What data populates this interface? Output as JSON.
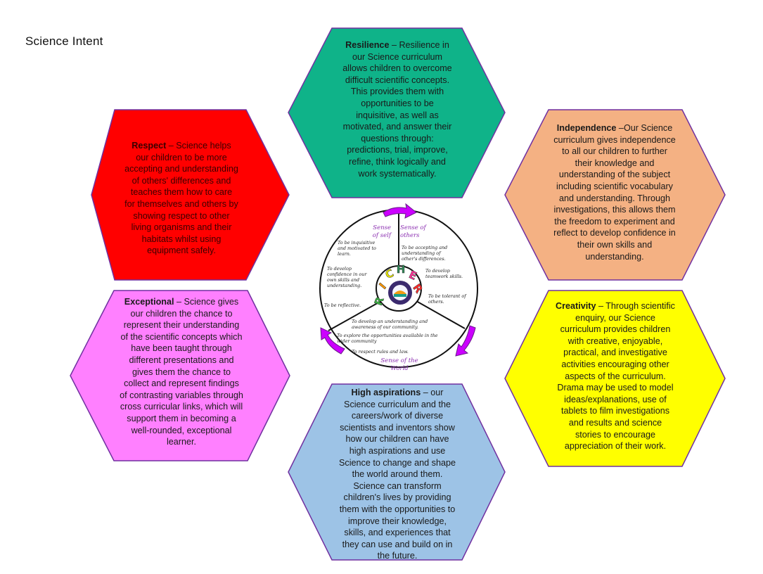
{
  "page": {
    "title": "Science Intent"
  },
  "hexagons": [
    {
      "id": "resilience",
      "color": "#0fb389",
      "heading": "Resilience",
      "body": " – Resilience in our  Science curriculum  allows children to overcome difficult scientific concepts. This provides them with opportunities to be inquisitive, as well as motivated, and answer their questions through: predictions, trial, improve, refine, think logically and work systematically."
    },
    {
      "id": "respect",
      "color": "#ff0000",
      "heading": "Respect",
      "body": " – Science helps our children to be more accepting and understanding of others' differences and teaches them how to care for themselves and others by showing respect to other living organisms and their habitats whilst using equipment safely."
    },
    {
      "id": "independence",
      "color": "#f4b183",
      "heading": "Independence",
      "body": " –Our  Science curriculum gives independence to all our children to further their knowledge and understanding of the subject including scientific vocabulary and understanding. Through investigations, this allows them the freedom to experiment and reflect to develop confidence in their own skills and understanding."
    },
    {
      "id": "exceptional",
      "color": "#ff80ff",
      "heading": "Exceptional",
      "body": " – Science gives our children the chance to represent their understanding of the scientific concepts  which have been taught through different presentations and gives them the chance to collect and represent findings of contrasting variables through cross curricular links, which will support them in becoming a well-rounded, exceptional learner."
    },
    {
      "id": "creativity",
      "color": "#ffff00",
      "heading": "Creativity",
      "body": " – Through scientific enquiry, our  Science curriculum  provides children with creative, enjoyable, practical, and investigative activities encouraging other aspects of the curriculum. Drama may be used to model ideas/explanations, use of tablets to film investigations and results and science stories to encourage appreciation of their work."
    },
    {
      "id": "high-aspirations",
      "color": "#9dc3e6",
      "heading": "High aspirations",
      "body": " – our Science curriculum and the careers/work of diverse scientists and inventors show how our children can have high aspirations and use Science to change and shape the world around them. Science can transform children's lives by providing them with the opportunities to improve their knowledge, skills, and experiences that they can use and build on in the future."
    }
  ],
  "colors": {
    "hex_border": "#7030a0",
    "arrow": "#cc00ff",
    "wheel_heading": "#8a2db0"
  },
  "wheel": {
    "center_letters": [
      "R",
      "I",
      "C",
      "H",
      "E",
      "R"
    ],
    "letter_colors": [
      "#3cb043",
      "#ff9900",
      "#e6e600",
      "#2e8b57",
      "#ff3399",
      "#ff2a2a"
    ],
    "emblem_label": "school-emblem",
    "sections": {
      "self": {
        "heading": [
          "Sense",
          "of self"
        ],
        "items": [
          [
            "To be inquisitive",
            "and motivated to",
            "learn."
          ],
          [
            "To develop",
            "confidence in our",
            "own skills and",
            "understanding."
          ],
          [
            "To be reflective."
          ]
        ]
      },
      "others": {
        "heading": [
          "Sense of",
          "others"
        ],
        "items": [
          [
            "To be accepting and",
            "understanding of",
            "other's differences."
          ],
          [
            "To develop",
            "teamwork skills."
          ],
          [
            "To be tolerant of",
            "others."
          ]
        ]
      },
      "world": {
        "heading": [
          "Sense of the",
          "World"
        ],
        "items": [
          [
            "To develop an understanding and",
            "awareness of our community."
          ],
          [
            "To explore the opportunities available in the",
            "wider community"
          ],
          [
            "To respect rules and law."
          ]
        ]
      }
    }
  }
}
